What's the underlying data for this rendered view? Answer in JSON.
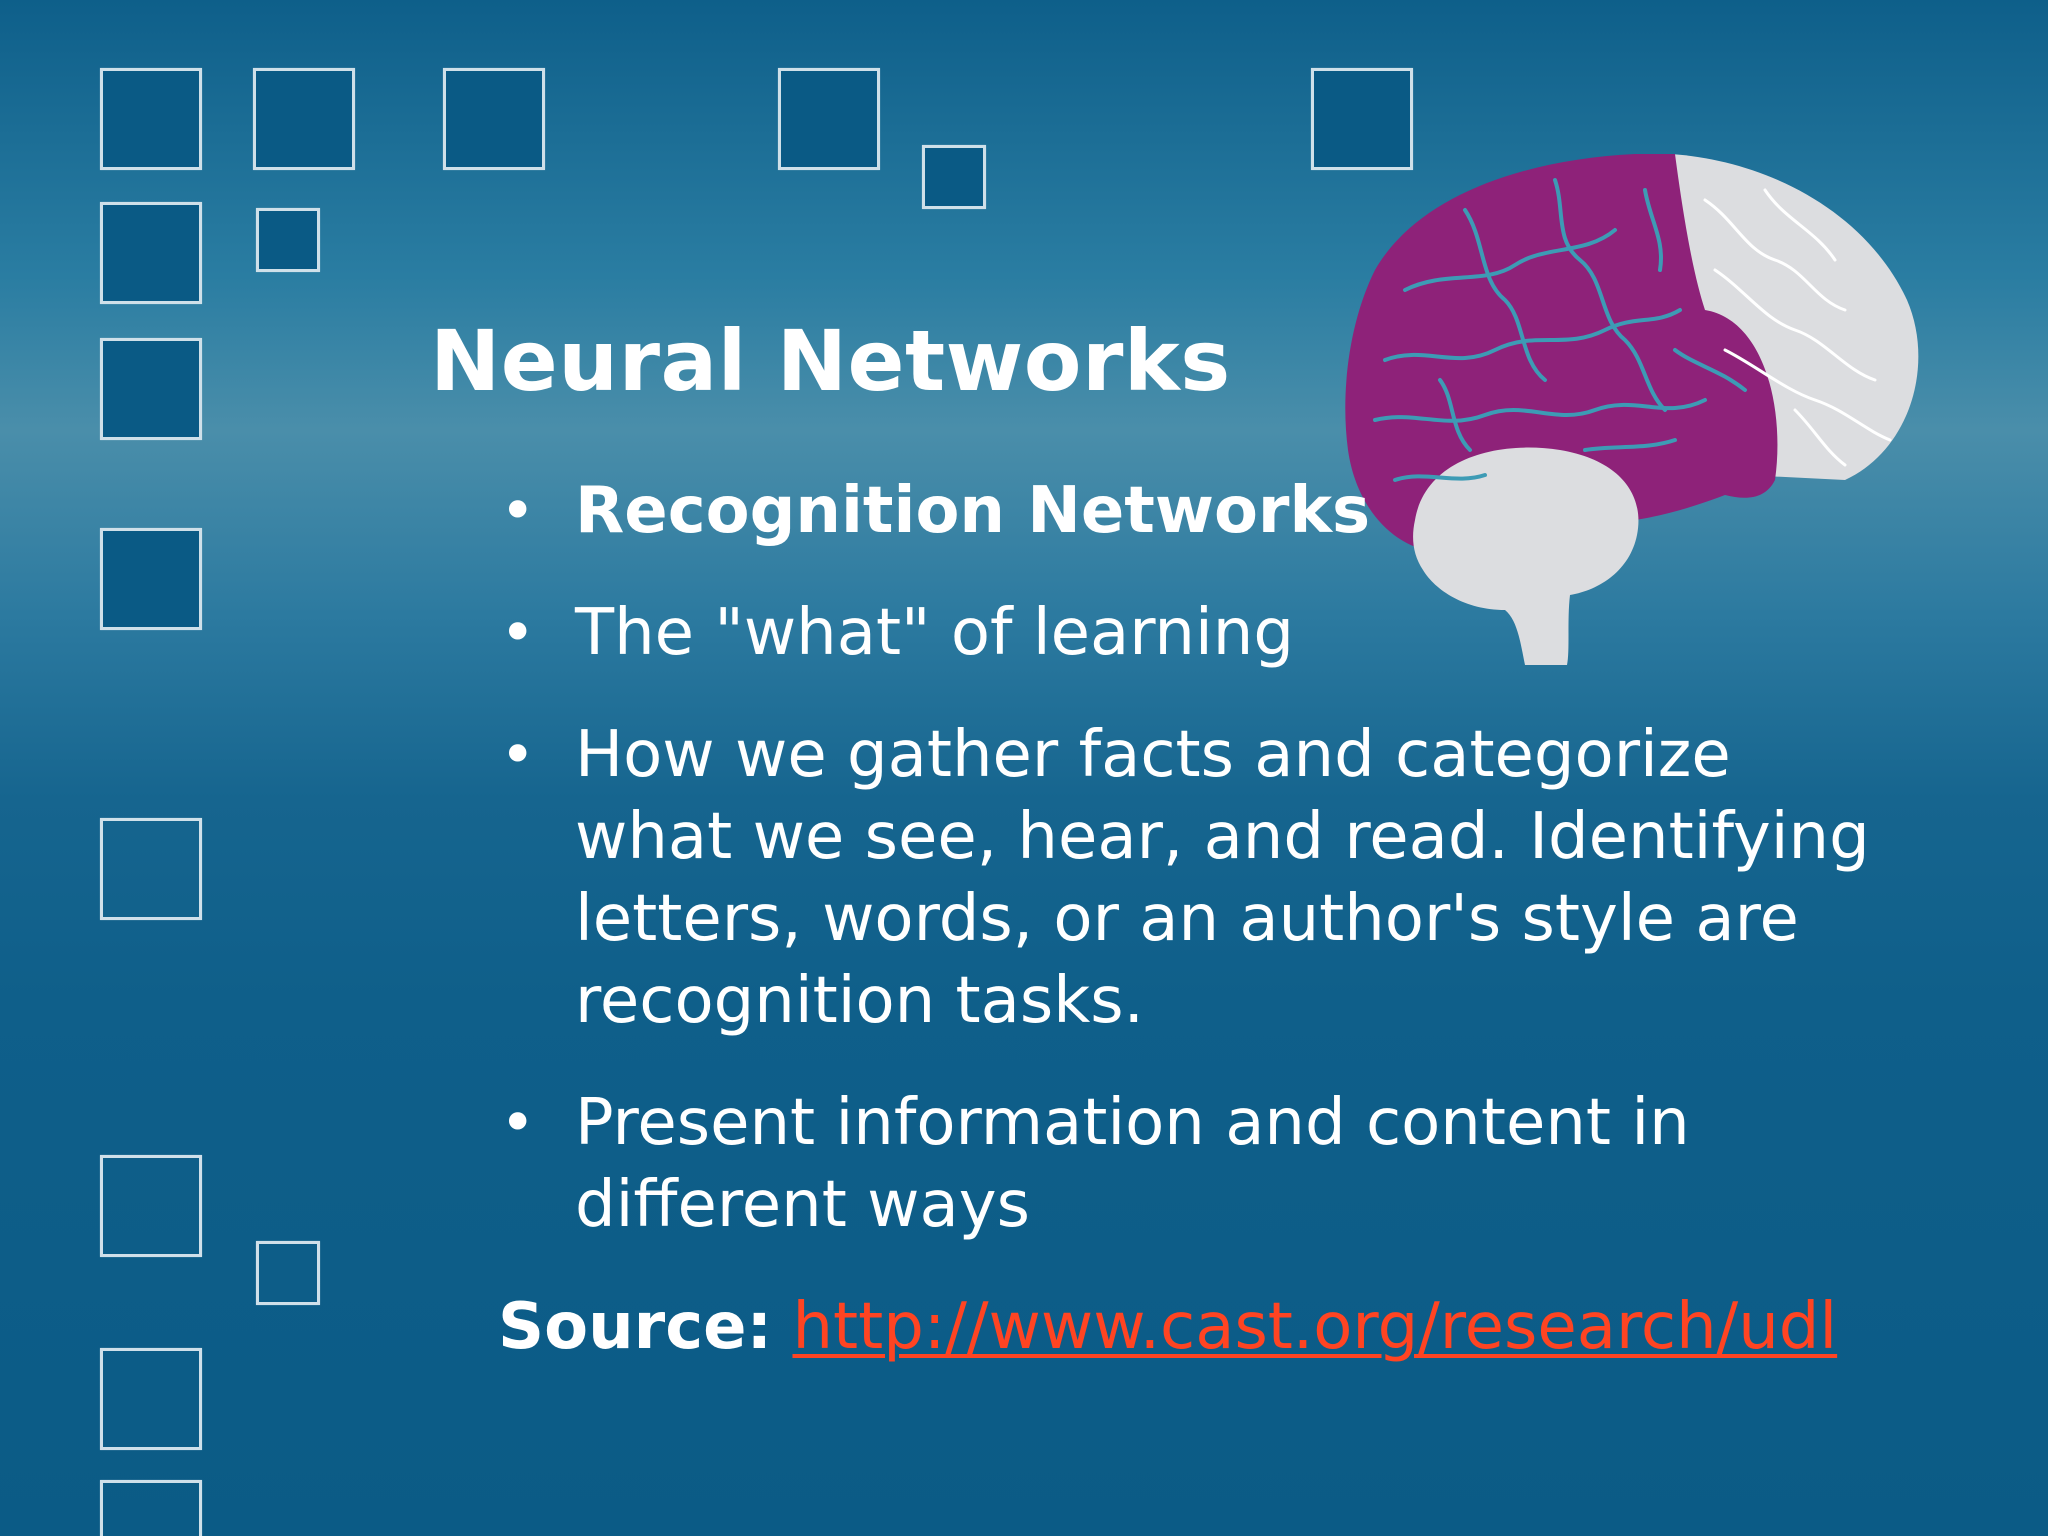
{
  "slide": {
    "title": "Neural Networks",
    "bullets": [
      "Recognition Networks",
      "The \"what\" of learning",
      "How we gather facts and categorize what we see, hear, and read. Identifying letters, words, or an author's style are recognition tasks.",
      "Present information and content in different ways"
    ],
    "bullet_glyph": "•",
    "source_label": "Source:",
    "source_link": "http://www.cast.org/research/udl"
  },
  "colors": {
    "background": "#0b5b86",
    "text": "#ffffff",
    "link": "#ff4422",
    "brain_highlight": "#8e2279",
    "brain_base": "#dcdde0"
  },
  "icons": {
    "brain": "brain-illustration"
  }
}
